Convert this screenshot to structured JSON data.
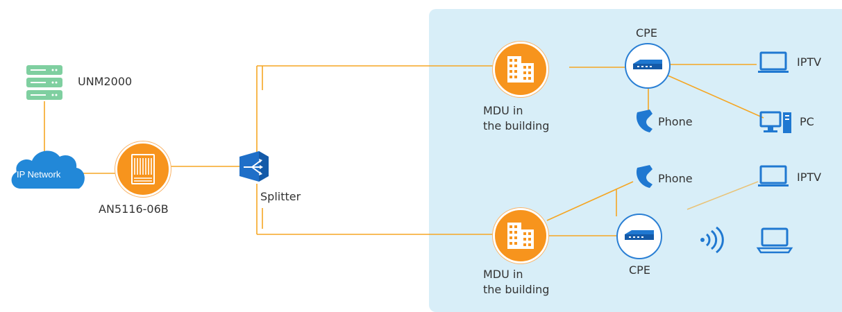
{
  "labels": {
    "unm": "UNM2000",
    "ip_network": "IP Network",
    "an5116": "AN5116-06B",
    "splitter": "Splitter",
    "mdu_top_line1": "MDU in",
    "mdu_top_line2": "the building",
    "mdu_bottom_line1": "MDU in",
    "mdu_bottom_line2": "the building",
    "cpe_top": "CPE",
    "cpe_bottom": "CPE",
    "iptv_top": "IPTV",
    "pc": "PC",
    "phone_top": "Phone",
    "phone_bottom": "Phone",
    "iptv_bottom": "IPTV"
  },
  "icons": {
    "server": "server-icon",
    "cloud": "cloud-icon",
    "olt": "olt-chassis-icon",
    "splitter": "splitter-icon",
    "building": "building-icon",
    "router": "router-icon",
    "phone": "phone-icon",
    "monitor": "monitor-icon",
    "desktop": "desktop-pc-icon",
    "laptop": "laptop-icon",
    "wifi": "wifi-signal-icon"
  },
  "colors": {
    "link": "#f5a623",
    "orange": "#f7941d",
    "blue": "#1f78d1",
    "panel": "#d8eef8",
    "server_green": "#7fcfa0"
  }
}
